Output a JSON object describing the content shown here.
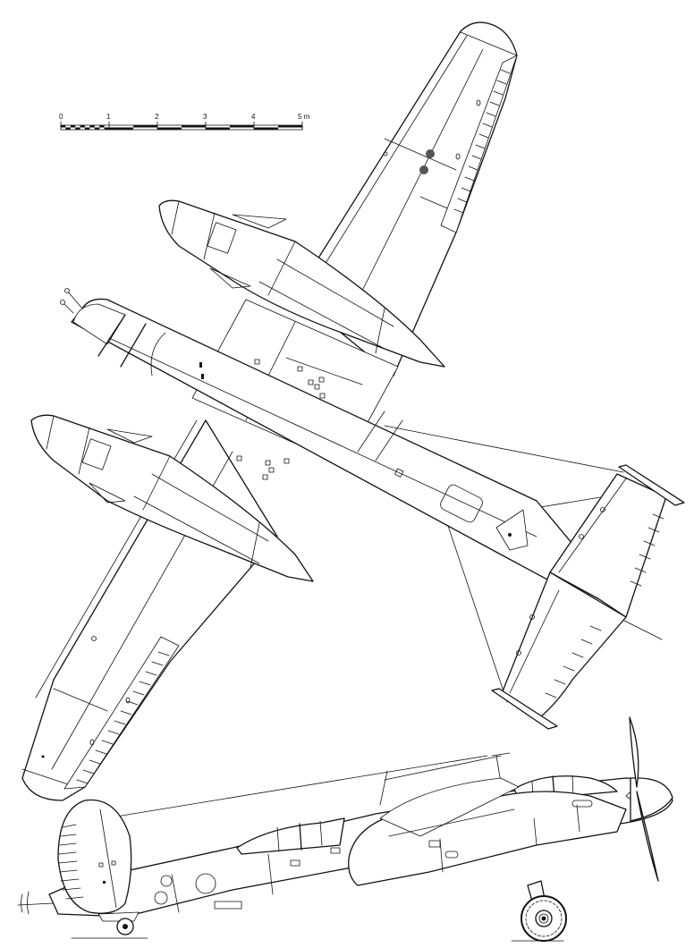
{
  "drawing": {
    "type": "three-view technical drawing (top view and side view)",
    "subject": "twin-engine propeller aircraft",
    "views": [
      {
        "name": "top-view",
        "orientation": "diagonal, nose at upper-left, tail at right"
      },
      {
        "name": "side-view",
        "orientation": "nose at right, tail at left, on landing gear"
      }
    ],
    "line_color": "#111111",
    "background_color": "#ffffff"
  },
  "scale_bar": {
    "ticks": [
      "0",
      "1",
      "2",
      "3",
      "4",
      "5"
    ],
    "unit": "m",
    "last_label": "5 m",
    "first_segment_subdivided": true
  }
}
